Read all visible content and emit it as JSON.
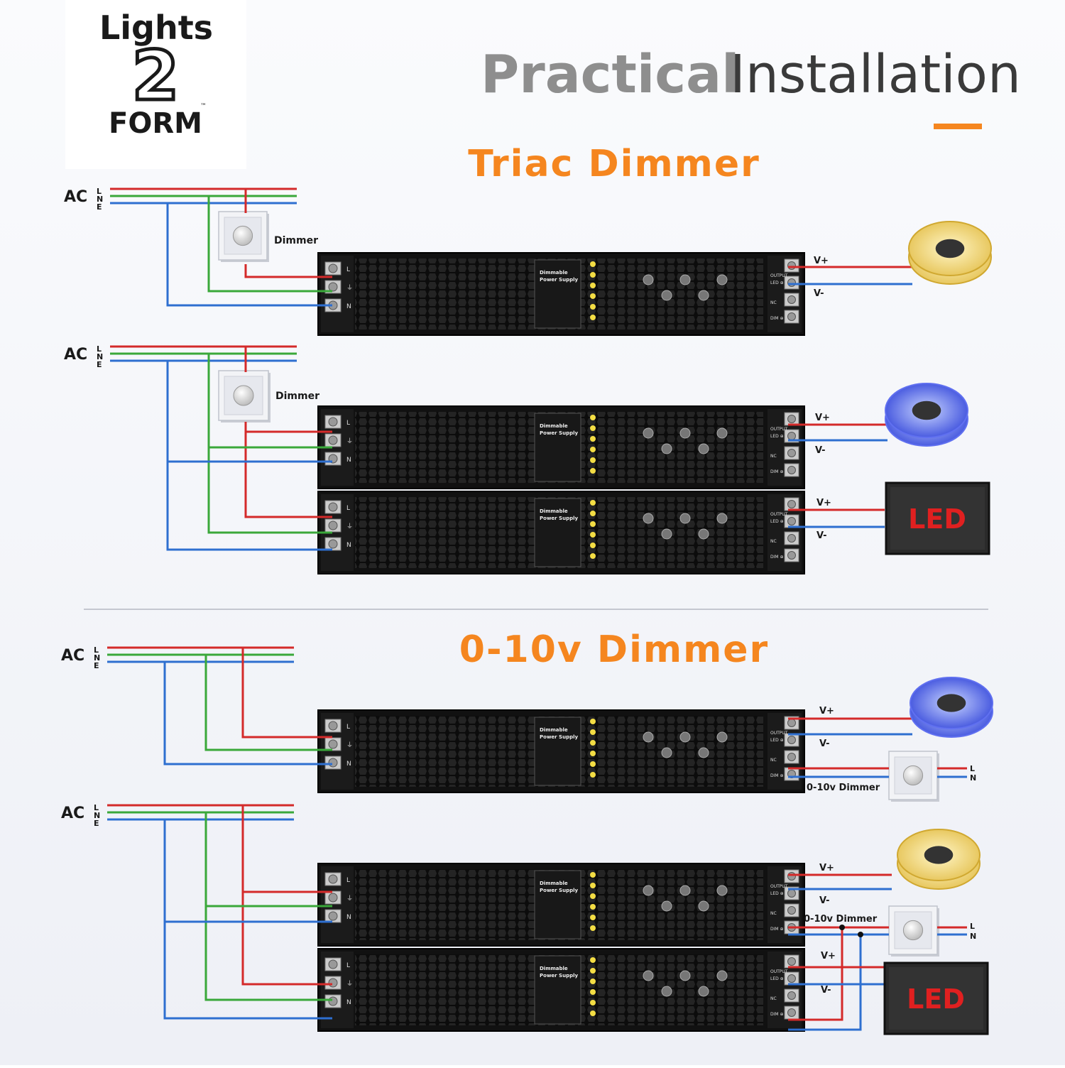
{
  "logo": {
    "line1": "Lights",
    "line2": "2",
    "line3": "FORM",
    "tm": "™"
  },
  "header": {
    "title_part1": "Practical",
    "title_part2": "Installation"
  },
  "sections": {
    "triac_title": "Triac Dimmer",
    "zero10_title": "0-10v Dimmer"
  },
  "labels": {
    "ac": "AC",
    "L": "L",
    "N": "N",
    "E": "E",
    "dimmer": "Dimmer",
    "dimmer_010": "0-10v Dimmer",
    "v_plus": "V+",
    "v_minus": "V-",
    "led": "LED"
  },
  "psu_text": {
    "brand_lines": [
      "Dimmable",
      "Power Supply"
    ],
    "input_labels": [
      "L",
      "⏚",
      "N"
    ],
    "output_labels": [
      "OUTPUT",
      "LED ⊕",
      "NC",
      "DIM ⊕"
    ]
  },
  "colors": {
    "wire_red": "#d42a2a",
    "wire_green": "#3aa83a",
    "wire_blue": "#2e6fd0",
    "orange": "#f5861f",
    "title_grey": "#8e8e8e",
    "title_dark": "#3a3a3a",
    "led_red": "#e02020"
  }
}
